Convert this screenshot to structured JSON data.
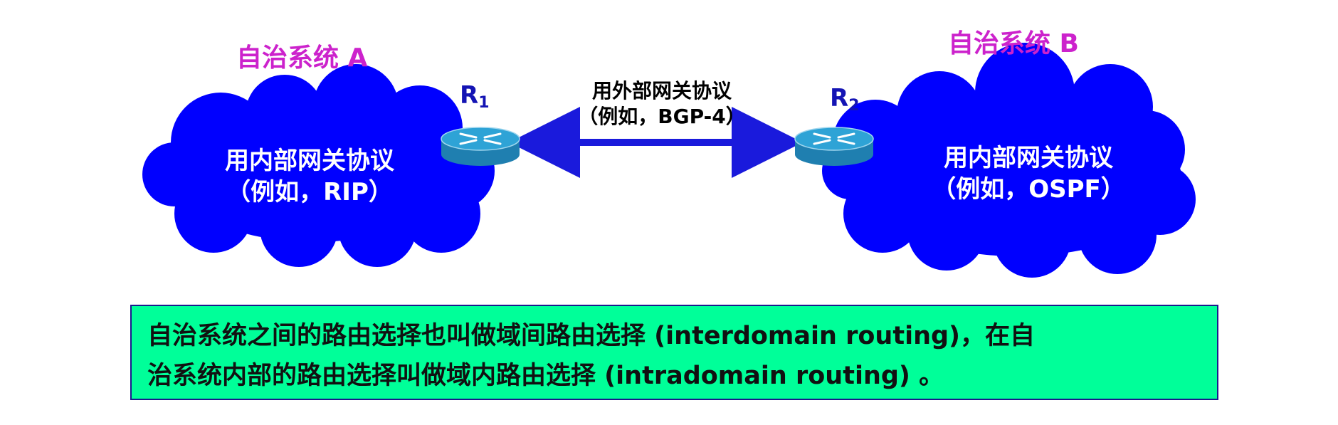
{
  "colors": {
    "cloud": "#0000ff",
    "as_title": "#cc22cc",
    "router_label": "#1414b4",
    "arrow": "#1a1adc",
    "note_bg": "#00ff99",
    "router_top": "#2ea3d6",
    "router_side": "#1f7fb0"
  },
  "as_a": {
    "title": "自治系统 A",
    "protocol_line1": "用内部网关协议",
    "protocol_line2": "（例如，RIP）"
  },
  "as_b": {
    "title": "自治系统 B",
    "protocol_line1": "用内部网关协议",
    "protocol_line2": "（例如，OSPF）"
  },
  "routers": {
    "r1": {
      "label": "R",
      "subscript": "1",
      "icon": "router-icon"
    },
    "r2": {
      "label": "R",
      "subscript": "2",
      "icon": "router-icon"
    }
  },
  "link": {
    "line1": "用外部网关协议",
    "line2": "（例如，BGP-4）"
  },
  "note": {
    "line1": "自治系统之间的路由选择也叫做域间路由选择 (interdomain routing)，在自",
    "line2": "治系统内部的路由选择叫做域内路由选择 (intradomain routing) 。"
  }
}
